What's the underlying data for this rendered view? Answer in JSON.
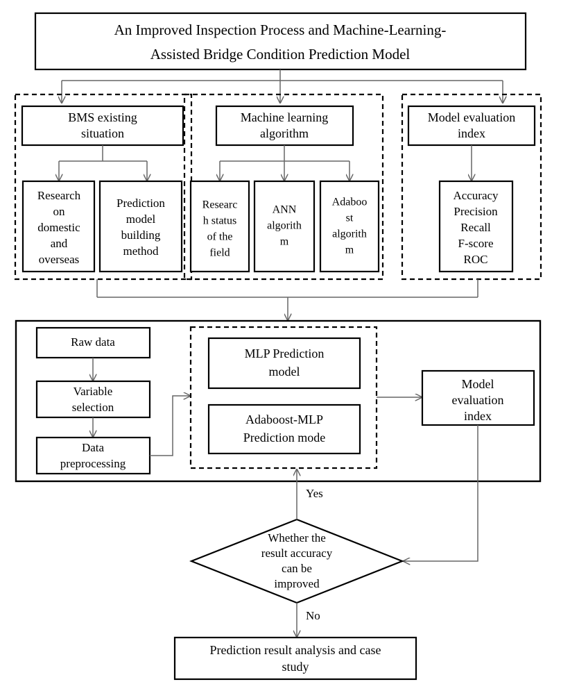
{
  "diagram": {
    "type": "flowchart",
    "title": {
      "line1": "An Improved Inspection Process and Machine-Learning-",
      "line2": "Assisted Bridge Condition Prediction Model"
    },
    "groups": [
      {
        "id": "bms-group",
        "head": {
          "line1": "BMS existing",
          "line2": "situation"
        },
        "children": [
          {
            "id": "research-domestic-overseas",
            "lines": [
              "Research",
              "on",
              "domestic",
              "and",
              "overseas"
            ]
          },
          {
            "id": "prediction-model-building",
            "lines": [
              "Prediction",
              "model",
              "building",
              "method"
            ]
          }
        ]
      },
      {
        "id": "ml-group",
        "head": {
          "line1": "Machine learning",
          "line2": "algorithm"
        },
        "children": [
          {
            "id": "research-status-field",
            "lines": [
              "Researc",
              "h status",
              "of the",
              "field"
            ]
          },
          {
            "id": "ann-algorithm",
            "lines": [
              "ANN",
              "algorith",
              "m"
            ]
          },
          {
            "id": "adaboost-algorithm",
            "lines": [
              "Adaboo",
              "st",
              "algorith",
              "m"
            ]
          }
        ]
      },
      {
        "id": "eval-group",
        "head": {
          "line1": "Model evaluation",
          "line2": "index"
        },
        "children": [
          {
            "id": "metrics",
            "lines": [
              "Accuracy",
              "Precision",
              "Recall",
              "F-score",
              "ROC"
            ]
          }
        ]
      }
    ],
    "pipeline": {
      "left_column": [
        {
          "id": "raw-data",
          "lines": [
            "Raw data"
          ]
        },
        {
          "id": "variable-selection",
          "lines": [
            "Variable",
            "selection"
          ]
        },
        {
          "id": "data-preprocessing",
          "lines": [
            "Data",
            "preprocessing"
          ]
        }
      ],
      "models": [
        {
          "id": "mlp-prediction-model",
          "lines": [
            "MLP Prediction",
            "model"
          ]
        },
        {
          "id": "adaboost-mlp-prediction-mode",
          "lines": [
            "Adaboost-MLP",
            "Prediction mode"
          ]
        }
      ],
      "output": {
        "id": "model-evaluation-index",
        "lines": [
          "Model",
          "evaluation",
          "index"
        ]
      }
    },
    "decision": {
      "id": "accuracy-decision",
      "lines": [
        "Whether the",
        "result accuracy",
        "can be",
        "improved"
      ],
      "yes_label": "Yes",
      "no_label": "No"
    },
    "final": {
      "id": "prediction-result-analysis",
      "line1": "Prediction result analysis and case",
      "line2": "study"
    },
    "colors": {
      "box_stroke": "#000000",
      "connector": "#666666",
      "background": "#ffffff"
    }
  }
}
